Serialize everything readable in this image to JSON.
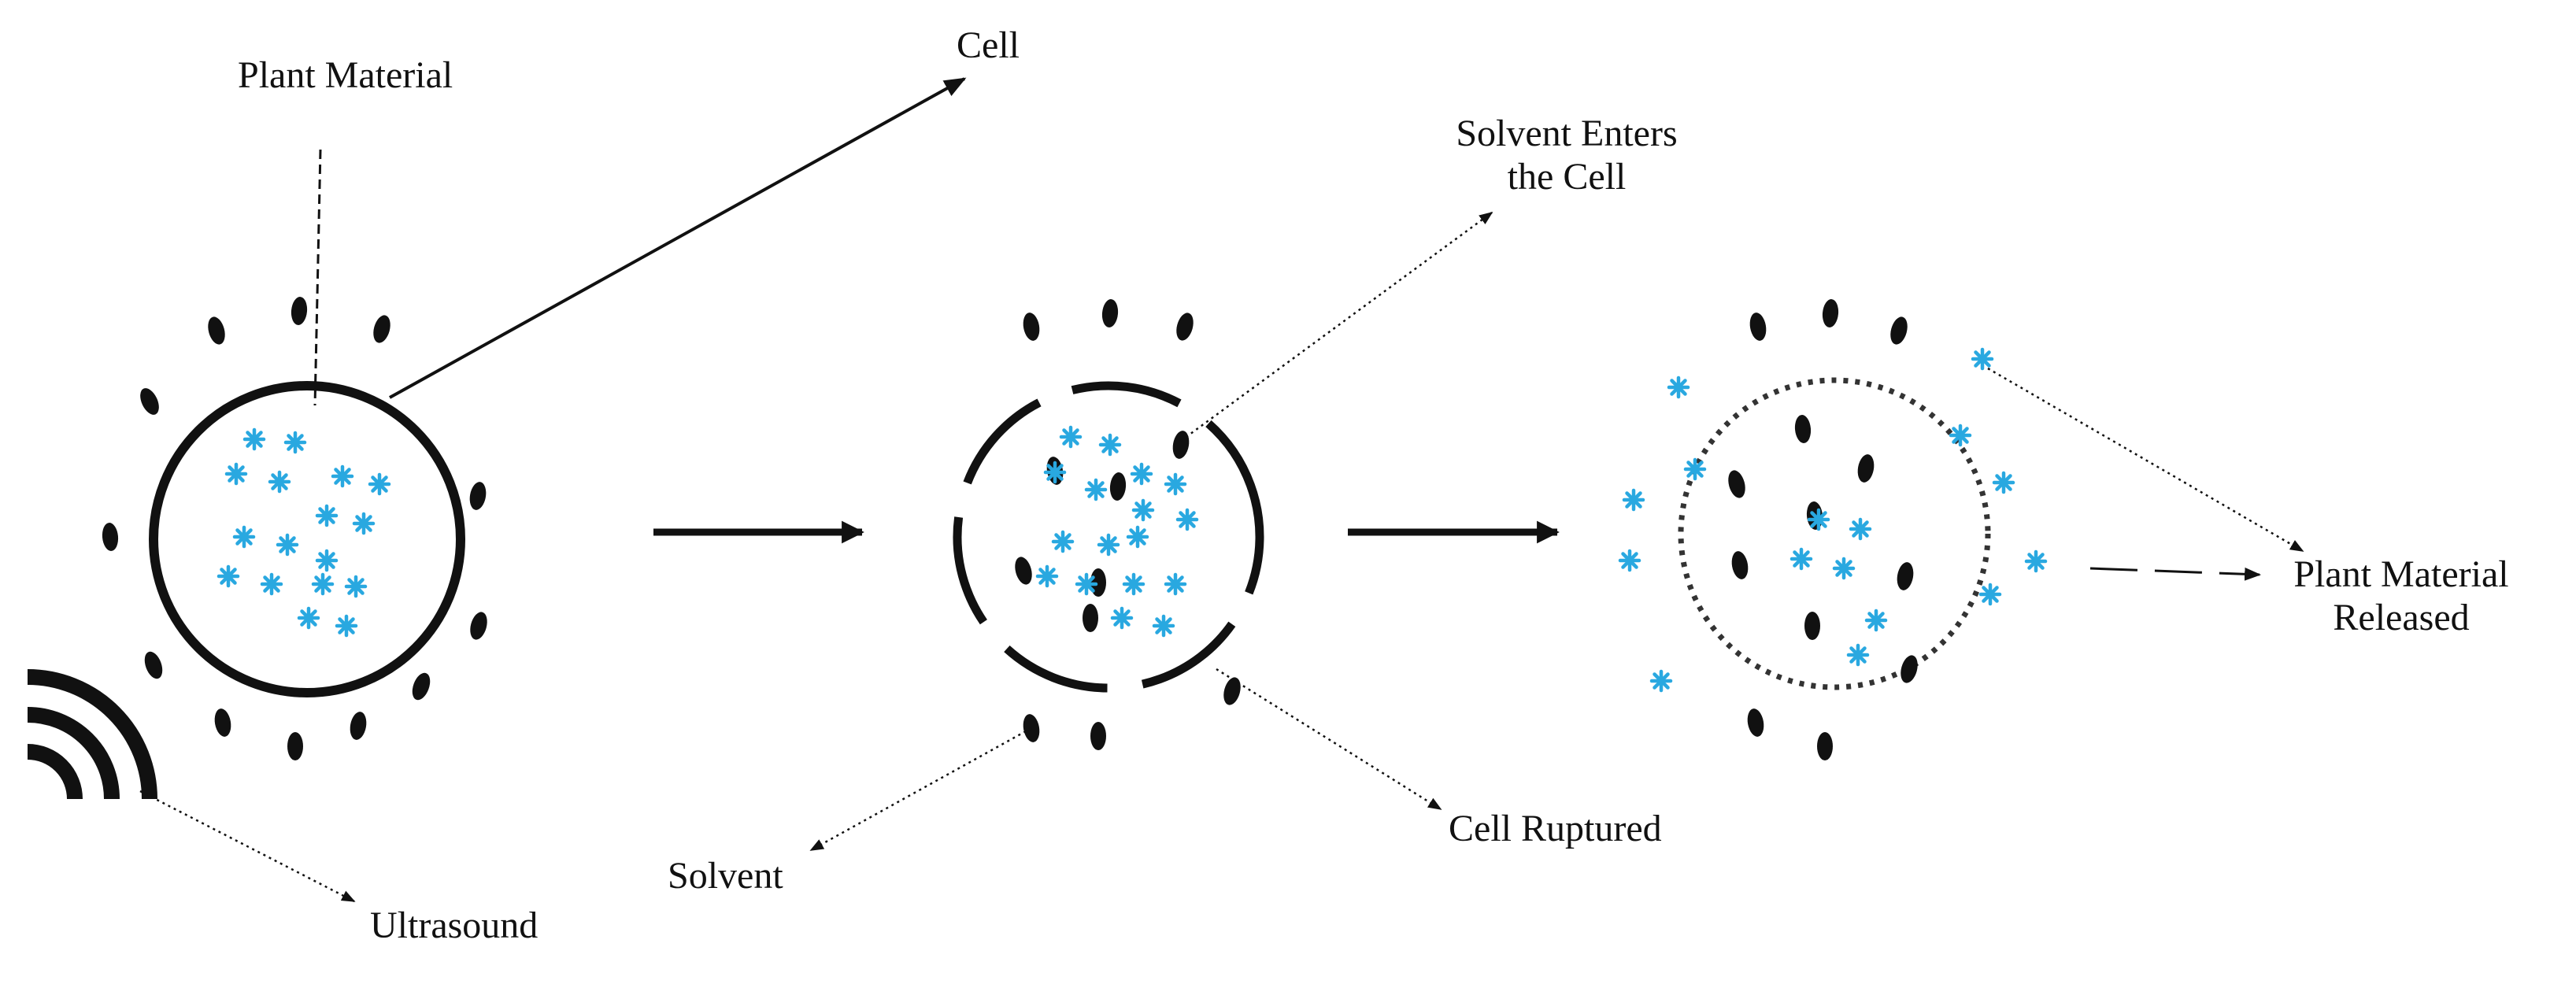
{
  "labels": {
    "plant_material": "Plant Material",
    "cell": "Cell",
    "solvent_enters_line1": "Solvent Enters",
    "solvent_enters_line2": "the Cell",
    "solvent": "Solvent",
    "cell_ruptured": "Cell Ruptured",
    "ultrasound": "Ultrasound",
    "plant_released_line1": "Plant Material",
    "plant_released_line2": "Released"
  },
  "colors": {
    "ink": "#111111",
    "plant_material": "#29a8e0"
  },
  "icons": {
    "ultrasound": "ultrasound-wave-icon",
    "process_arrow": "right-arrow-icon"
  }
}
